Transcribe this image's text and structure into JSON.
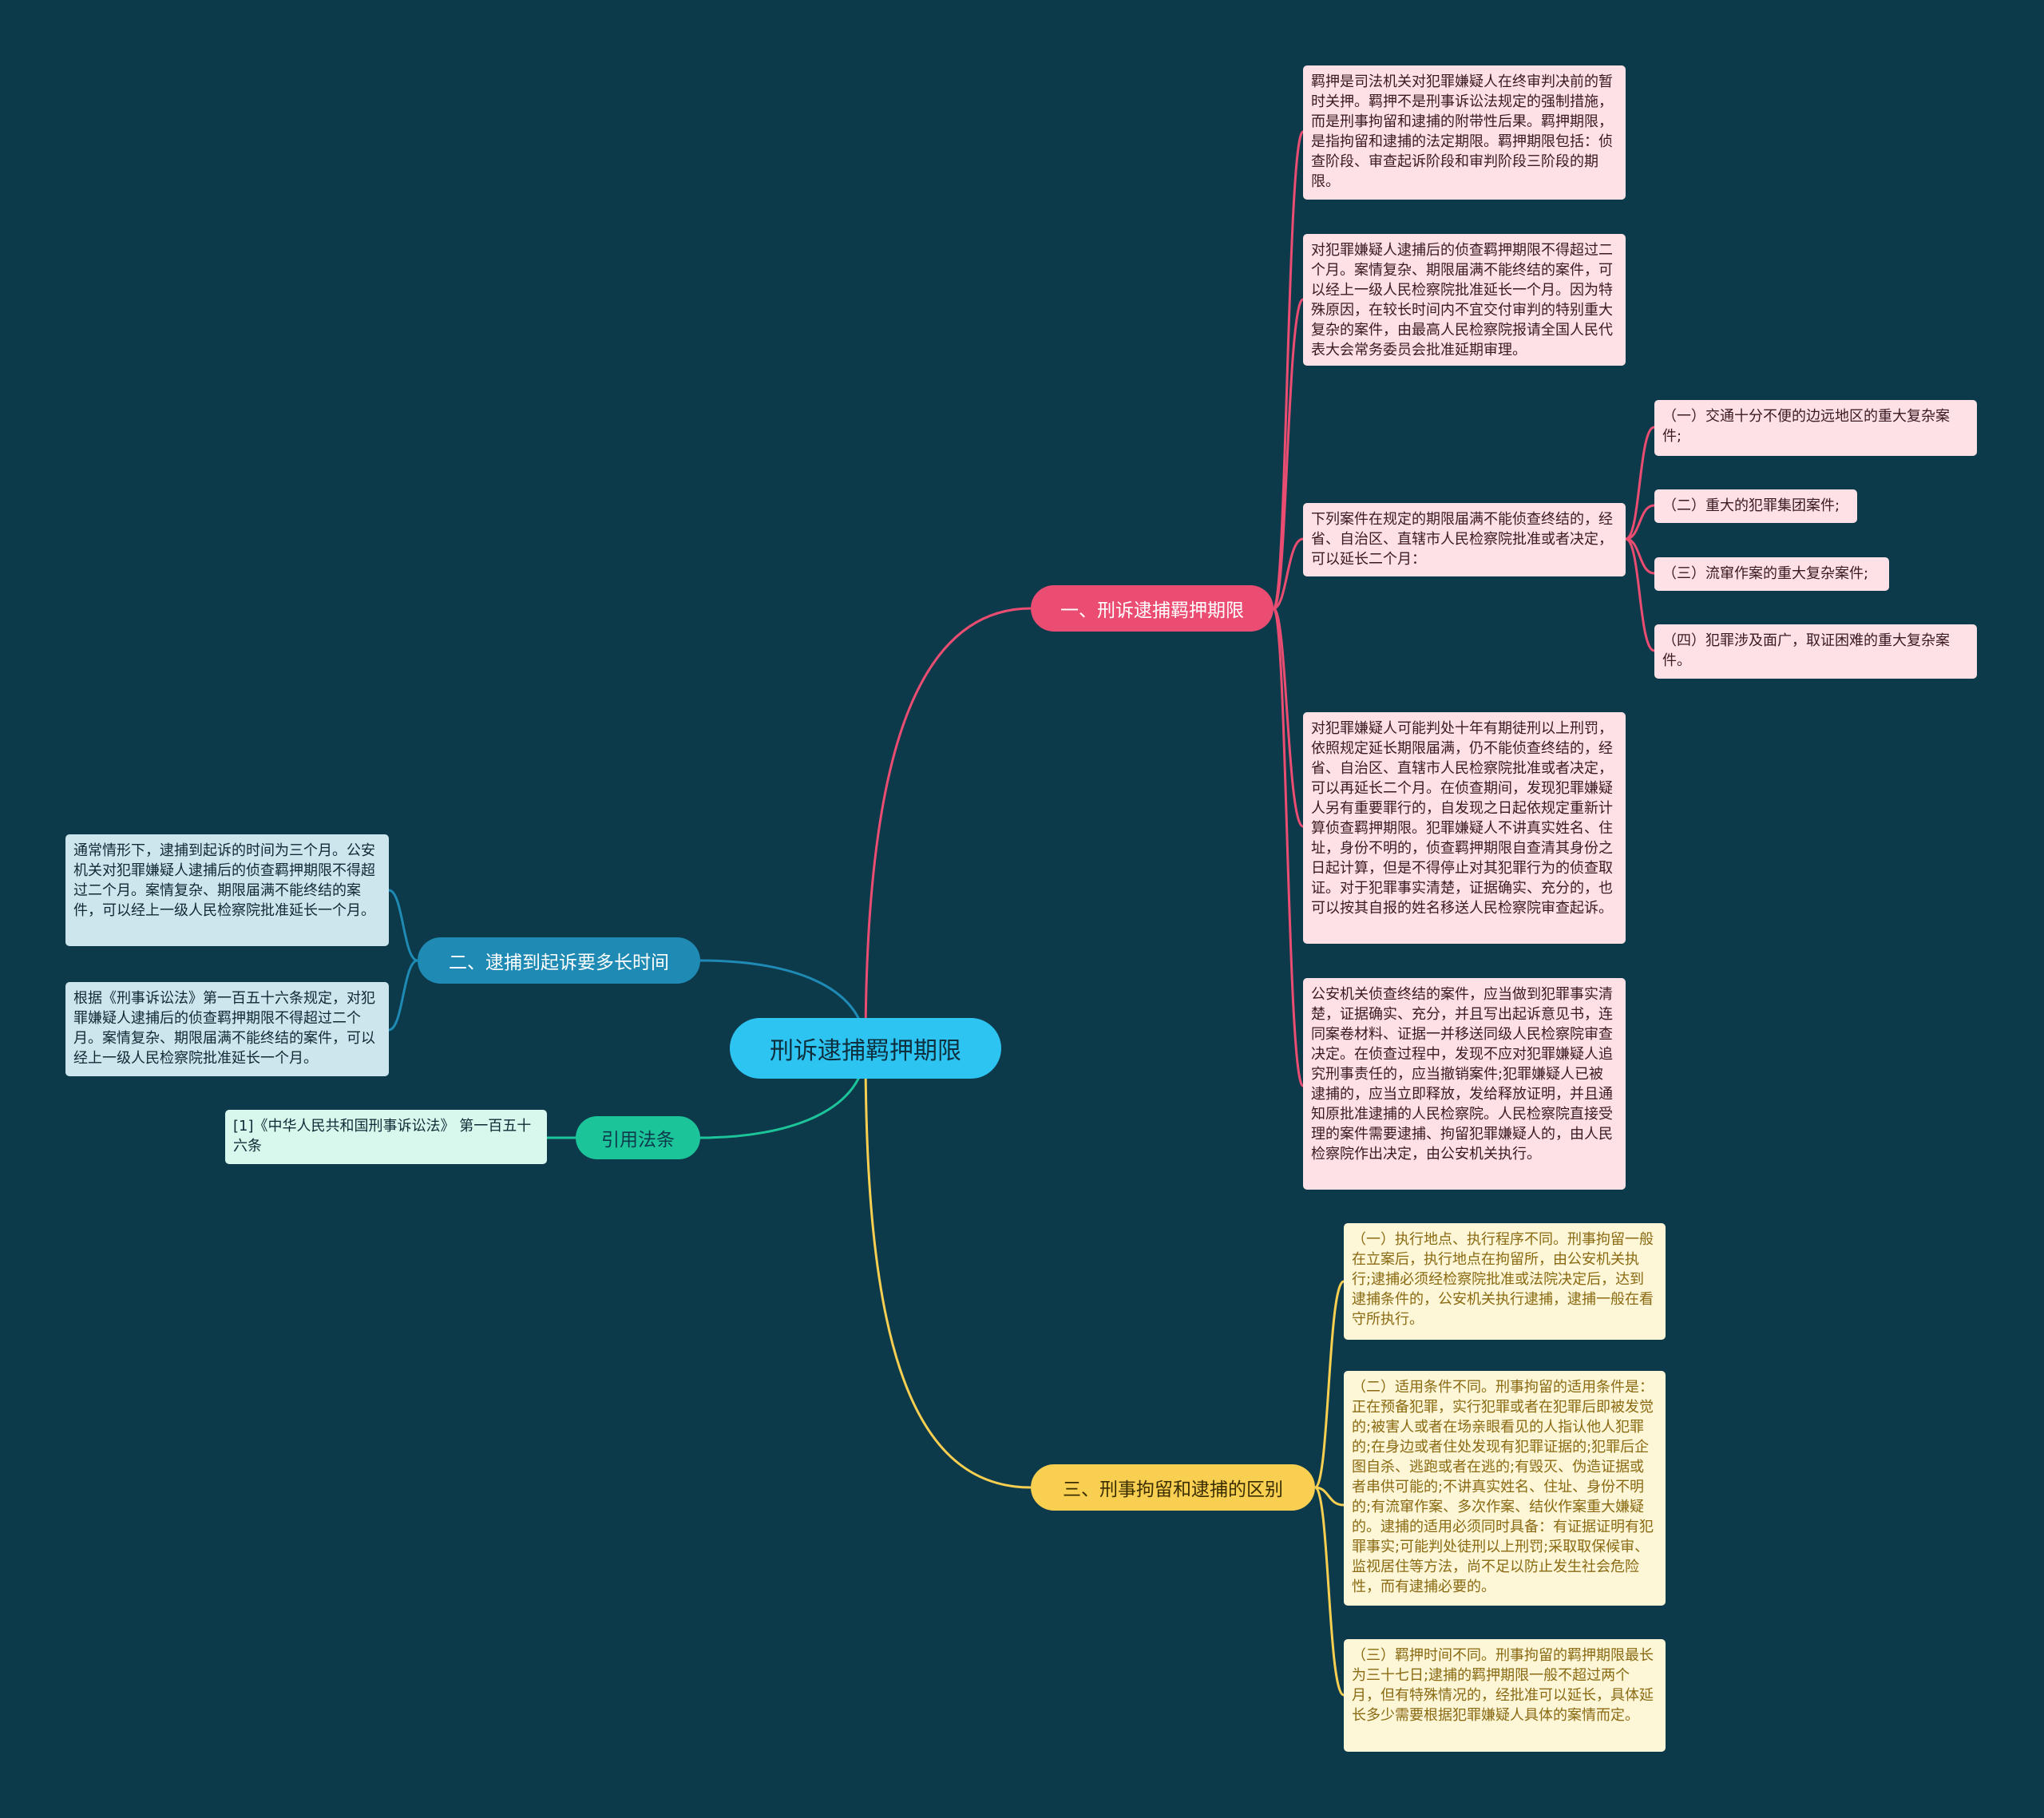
{
  "root": {
    "label": "刑诉逮捕羁押期限"
  },
  "branches": {
    "b1": {
      "label": "一、刑诉逮捕羁押期限",
      "color": "#ea4d71"
    },
    "b2": {
      "label": "二、逮捕到起诉要多长时间",
      "color": "#1f8ab4"
    },
    "b3": {
      "label": "引用法条",
      "color": "#1cc49a"
    },
    "b4": {
      "label": "三、刑事拘留和逮捕的区别",
      "color": "#f8cf50"
    }
  },
  "b1_cards": [
    "羁押是司法机关对犯罪嫌疑人在终审判决前的暂时关押。羁押不是刑事诉讼法规定的强制措施，而是刑事拘留和逮捕的附带性后果。羁押期限，是指拘留和逮捕的法定期限。羁押期限包括：侦查阶段、审查起诉阶段和审判阶段三阶段的期限。",
    "对犯罪嫌疑人逮捕后的侦查羁押期限不得超过二个月。案情复杂、期限届满不能终结的案件，可以经上一级人民检察院批准延长一个月。因为特殊原因，在较长时间内不宜交付审判的特别重大复杂的案件，由最高人民检察院报请全国人民代表大会常务委员会批准延期审理。",
    "下列案件在规定的期限届满不能侦查终结的，经省、自治区、直辖市人民检察院批准或者决定，可以延长二个月：",
    "对犯罪嫌疑人可能判处十年有期徒刑以上刑罚，依照规定延长期限届满，仍不能侦查终结的，经省、自治区、直辖市人民检察院批准或者决定，可以再延长二个月。在侦查期间，发现犯罪嫌疑人另有重要罪行的，自发现之日起依规定重新计算侦查羁押期限。犯罪嫌疑人不讲真实姓名、住址，身份不明的，侦查羁押期限自查清其身份之日起计算，但是不得停止对其犯罪行为的侦查取证。对于犯罪事实清楚，证据确实、充分的，也可以按其自报的姓名移送人民检察院审查起诉。",
    "公安机关侦查终结的案件，应当做到犯罪事实清楚，证据确实、充分，并且写出起诉意见书，连同案卷材料、证据一并移送同级人民检察院审查决定。在侦查过程中，发现不应对犯罪嫌疑人追究刑事责任的，应当撤销案件;犯罪嫌疑人已被逮捕的，应当立即释放，发给释放证明，并且通知原批准逮捕的人民检察院。人民检察院直接受理的案件需要逮捕、拘留犯罪嫌疑人的，由人民检察院作出决定，由公安机关执行。"
  ],
  "b1_sub_cards": [
    "（一）交通十分不便的边远地区的重大复杂案件;",
    "（二）重大的犯罪集团案件;",
    "（三）流窜作案的重大复杂案件;",
    "（四）犯罪涉及面广，取证困难的重大复杂案件。"
  ],
  "b2_cards": [
    "通常情形下，逮捕到起诉的时间为三个月。公安机关对犯罪嫌疑人逮捕后的侦查羁押期限不得超过二个月。案情复杂、期限届满不能终结的案件，可以经上一级人民检察院批准延长一个月。",
    "根据《刑事诉讼法》第一百五十六条规定，对犯罪嫌疑人逮捕后的侦查羁押期限不得超过二个月。案情复杂、期限届满不能终结的案件，可以经上一级人民检察院批准延长一个月。"
  ],
  "b3_cards": [
    "[1]《中华人民共和国刑事诉讼法》 第一百五十六条"
  ],
  "b4_cards": [
    "（一）执行地点、执行程序不同。刑事拘留一般在立案后，执行地点在拘留所，由公安机关执行;逮捕必须经检察院批准或法院决定后，达到逮捕条件的，公安机关执行逮捕，逮捕一般在看守所执行。",
    "（二）适用条件不同。刑事拘留的适用条件是：正在预备犯罪，实行犯罪或者在犯罪后即被发觉的;被害人或者在场亲眼看见的人指认他人犯罪的;在身边或者住处发现有犯罪证据的;犯罪后企图自杀、逃跑或者在逃的;有毁灭、伪造证据或者串供可能的;不讲真实姓名、住址、身份不明的;有流窜作案、多次作案、结伙作案重大嫌疑的。逮捕的适用必须同时具备：有证据证明有犯罪事实;可能判处徒刑以上刑罚;采取取保候审、监视居住等方法，尚不足以防止发生社会危险性，而有逮捕必要的。",
    "（三）羁押时间不同。刑事拘留的羁押期限最长为三十七日;逮捕的羁押期限一般不超过两个月，但有特殊情况的，经批准可以延长，具体延长多少需要根据犯罪嫌疑人具体的案情而定。"
  ]
}
